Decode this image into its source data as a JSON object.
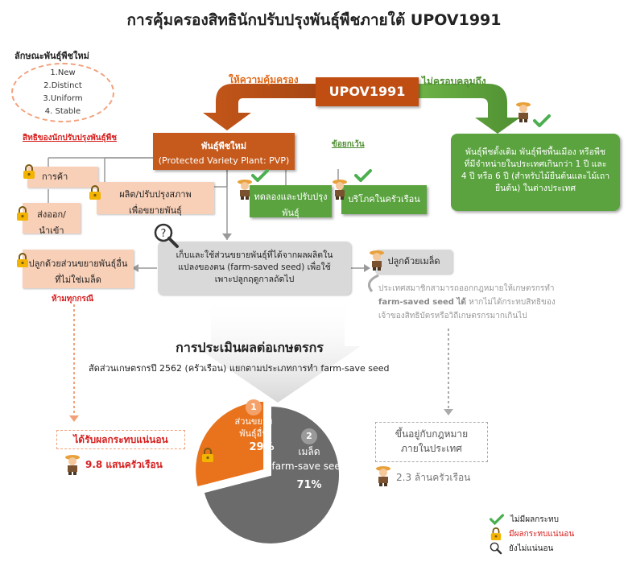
{
  "title": "การคุ้มครองสิทธินักปรับปรุงพันธุ์พืชภายใต้ UPOV1991",
  "characteristics": {
    "heading": "ลักษณะพันธุ์พืชใหม่",
    "items": [
      "1.New",
      "2.Distinct",
      "3.Uniform",
      "4. Stable"
    ]
  },
  "upov": {
    "label": "UPOV1991",
    "protect_label": "ให้ความคุ้มครอง",
    "not_cover_label": "ไม่ครอบคลุมถึง"
  },
  "pvp": {
    "line1": "พันธุ์พืชใหม่",
    "line2": "(Protected Variety Plant: PVP)"
  },
  "breeder_rights": {
    "heading": "สิทธิของนักปรับปรุงพันธุ์พืช",
    "trade": "การค้า",
    "produce_line1": "ผลิต/ปรับปรุงสภาพ",
    "produce_line2": "เพื่อขยายพันธุ์",
    "export_line1": "ส่งออก/",
    "export_line2": "นำเข้า"
  },
  "exceptions": {
    "heading": "ข้อยกเว้น",
    "experiment_line1": "ทดลองและปรับปรุง",
    "experiment_line2": "พันธุ์",
    "household": "บริโภคในครัวเรือน"
  },
  "not_covered": {
    "line1": "พันธุ์พืชดั้งเดิม พันธุ์พืชพื้นเมือง หรือพืช",
    "line2": "ที่มีจำหน่ายในประเทศเกินกว่า 1 ปี และ",
    "line3": "4 ปี หรือ 6 ปี (สำหรับไม้ยืนต้นและไม้เถา",
    "line4": "ยืนต้น) ในต่างประเทศ"
  },
  "farm_saved": {
    "line1": "เก็บและใช้ส่วนขยายพันธุ์ที่ได้จากผลผลิตใน",
    "line2": "แปลงของตน (farm-saved seed) เพื่อใช้",
    "line3": "เพาะปลูกฤดูกาลถัดไป"
  },
  "non_seed": {
    "line1": "ปลูกด้วยส่วนขยายพันธุ์อื่น",
    "line2": "ที่ไม่ใช่เมล็ด",
    "forbidden": "ห้ามทุกกรณี"
  },
  "seed": {
    "label": "ปลูกด้วยเมล็ด",
    "note_line1": "ประเทศสมาชิกสามารถออกกฎหมายให้เกษตรกรทำ",
    "note_line2_bold": "farm-saved seed ได้",
    "note_line2_rest": " หากไม่ได้กระทบสิทธิของ",
    "note_line3": "เจ้าของสิทธิบัตรหรือวิถีเกษตรกรมากเกินไป"
  },
  "assessment": {
    "heading": "การประเมินผลต่อเกษตรกร",
    "subtitle": "สัดส่วนเกษตรกรปี 2562 (ครัวเรือน) แยกตามประเภทการทำ farm-save seed"
  },
  "chart_data": {
    "type": "pie",
    "slices": [
      {
        "number": "1",
        "name_line1": "ส่วนขยาย",
        "name_line2": "พันธุ์อื่น",
        "value": 29,
        "value_label": "29%",
        "color": "#e8731c"
      },
      {
        "number": "2",
        "name_line1": "เมล็ด",
        "name_line2": "(farm-save seed)",
        "value": 71,
        "value_label": "71%",
        "color": "#6b6b6b"
      }
    ]
  },
  "impact_certain": {
    "label": "ได้รับผลกระทบแน่นอน",
    "count": "9.8 แสนครัวเรือน"
  },
  "impact_law": {
    "line1": "ขึ้นอยู่กับกฎหมาย",
    "line2": "ภายในประเทศ",
    "count": "2.3 ล้านครัวเรือน"
  },
  "legend": {
    "no_impact": "ไม่มีผลกระทบ",
    "certain_impact": "มีผลกระทบแน่นอน",
    "uncertain": "ยังไม่แน่นอน"
  },
  "colors": {
    "orange_dark": "#c65a1c",
    "orange": "#e8731c",
    "peach": "#f8cfb7",
    "green": "#5aa33f",
    "gray": "#6b6b6b",
    "red": "#d6201f"
  }
}
